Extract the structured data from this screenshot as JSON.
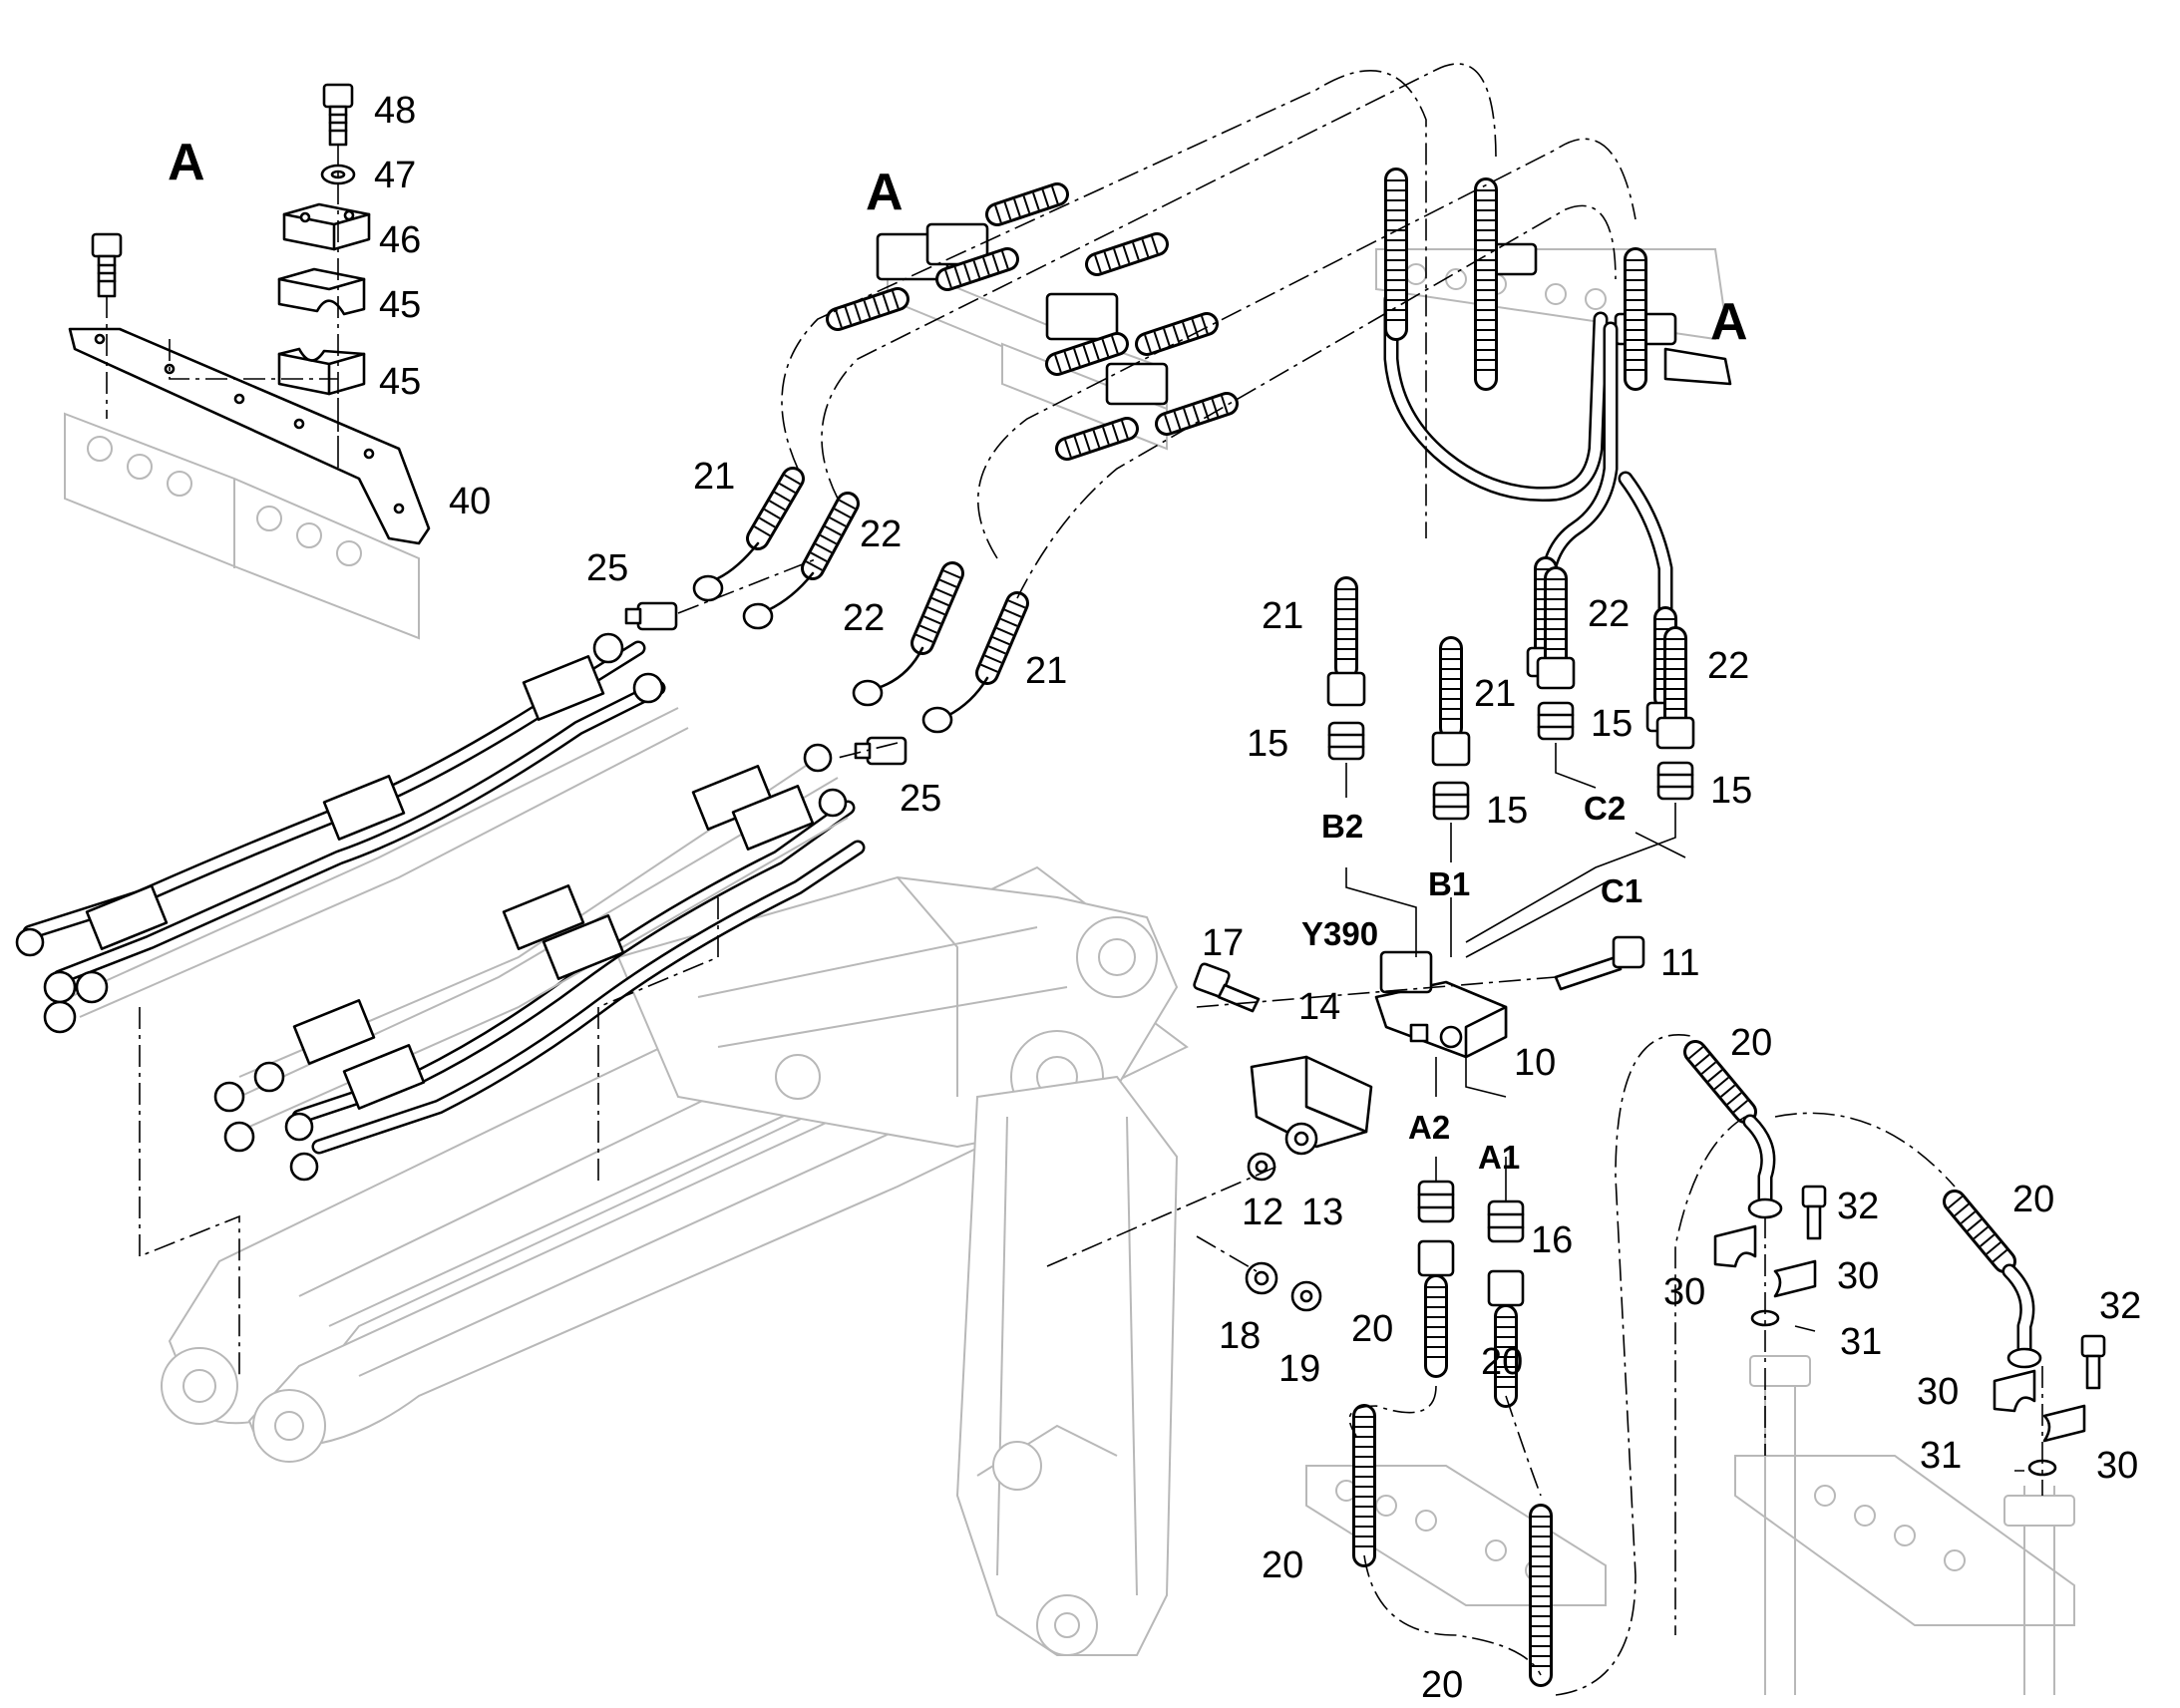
{
  "callouts": {
    "n48": "48",
    "n47": "47",
    "n46": "46",
    "n45a": "45",
    "n45b": "45",
    "n40": "40",
    "n21a": "21",
    "n22a": "22",
    "n25a": "25",
    "n22b": "22",
    "n21b": "21",
    "n25b": "25",
    "n21c": "21",
    "n15a": "15",
    "n21d": "21",
    "n15b": "15",
    "n22c": "22",
    "n15c": "15",
    "n22d": "22",
    "n15d": "15",
    "n17": "17",
    "n14": "14",
    "n11": "11",
    "n10": "10",
    "n12": "12",
    "n13": "13",
    "n16": "16",
    "n18": "18",
    "n19": "19",
    "n20a": "20",
    "n20b": "20",
    "n20c": "20",
    "n20d": "20",
    "n20e": "20",
    "n20f": "20",
    "n32a": "32",
    "n30a": "30",
    "n30b": "30",
    "n31a": "31",
    "n32b": "32",
    "n30c": "30",
    "n30d": "30",
    "n31b": "31"
  },
  "port_labels": {
    "b2": "B2",
    "b1": "B1",
    "c2": "C2",
    "c1": "C1",
    "a2": "A2",
    "a1": "A1",
    "y390": "Y390"
  },
  "detail_markers": {
    "a1": "A",
    "a2": "A",
    "a3": "A"
  }
}
